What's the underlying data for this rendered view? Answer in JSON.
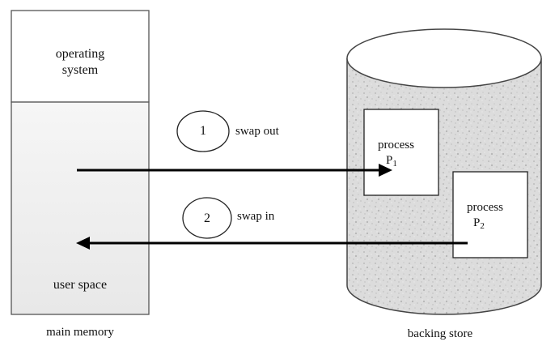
{
  "main_memory": {
    "os_line1": "operating",
    "os_line2": "system",
    "user_space": "user space",
    "caption": "main memory"
  },
  "backing_store": {
    "caption": "backing store",
    "process1": {
      "word": "process",
      "letter": "P",
      "sub": "1"
    },
    "process2": {
      "word": "process",
      "letter": "P",
      "sub": "2"
    }
  },
  "steps": [
    {
      "number": "1",
      "label": "swap out"
    },
    {
      "number": "2",
      "label": "swap in"
    }
  ]
}
